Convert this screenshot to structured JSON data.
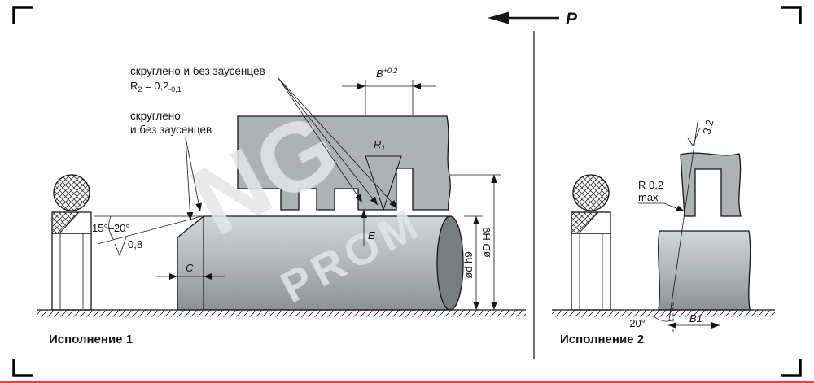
{
  "drawing": {
    "pressure_label": "P",
    "version1_label": "Исполнение 1",
    "version2_label": "Исполнение 2",
    "watermark": {
      "ng": "NG",
      "prom": "PROM"
    }
  },
  "notes": {
    "note1_line1": "скруглено и без заусенцев",
    "note1_r": "R",
    "note1_r_sub": "2",
    "note1_val": " = 0,2",
    "note1_tol": "-0,1",
    "note2_line1": "скруглено",
    "note2_line2": "и без заусенцев",
    "radius_note_line1": "R 0,2",
    "radius_note_line2": "max"
  },
  "dimensions": {
    "b_base": "B",
    "b_tol": "+0,2",
    "r1_base": "R",
    "r1_sub": "1",
    "e": "E",
    "c": "C",
    "shaft_dia": "ød h9",
    "bore_dia": "øD H9",
    "b1": "B1",
    "chamfer_angle": "15°–20°",
    "groove_angle": "20°",
    "roughness_chamfer": "0,8",
    "roughness_groove": "3,2"
  }
}
